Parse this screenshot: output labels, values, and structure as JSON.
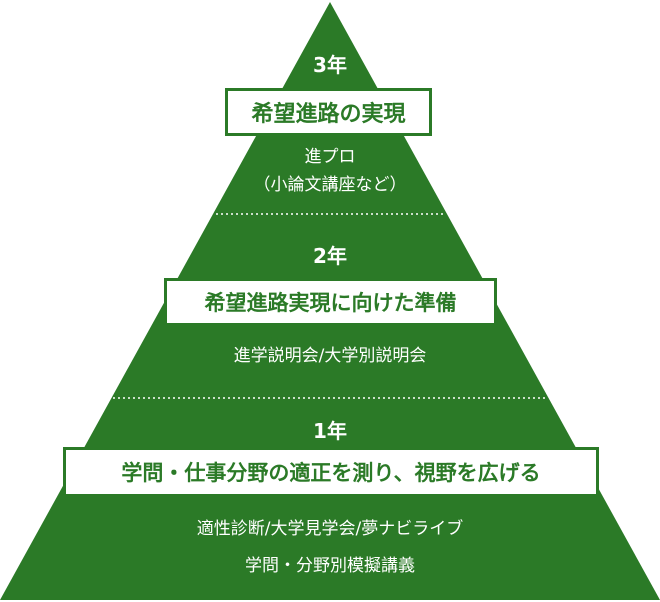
{
  "colors": {
    "pyramid_fill": "#2b7a27",
    "goal_box_bg": "#ffffff",
    "goal_text": "#2b7a27",
    "divider": "#ffffff"
  },
  "tiers": [
    {
      "year": "3年",
      "goal": "希望進路の実現",
      "activities": [
        "進プロ",
        "（小論文講座など）"
      ]
    },
    {
      "year": "2年",
      "goal": "希望進路実現に向けた準備",
      "activities": [
        "進学説明会/大学別説明会"
      ]
    },
    {
      "year": "1年",
      "goal": "学問・仕事分野の適正を測り、視野を広げる",
      "activities": [
        "適性診断/大学見学会/夢ナビライブ",
        "学問・分野別模擬講義"
      ]
    }
  ]
}
